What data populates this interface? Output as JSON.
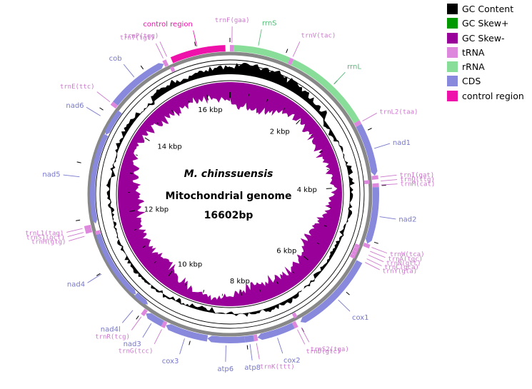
{
  "title": {
    "species": "M. chinssuensis",
    "subtitle": "Mitochondrial genome",
    "length_label": "16602bp"
  },
  "genome_length": 16602,
  "colors": {
    "gc_content": "#000000",
    "gc_skew_pos": "#009900",
    "gc_skew_neg": "#990099",
    "trna": "#dd88dd",
    "rrna": "#88dd99",
    "cds": "#8888dd",
    "control_region": "#ee11aa",
    "backbone": "#888888"
  },
  "legend": [
    {
      "label": "GC Content",
      "color": "#000000"
    },
    {
      "label": "GC Skew+",
      "color": "#009900"
    },
    {
      "label": "GC Skew-",
      "color": "#990099"
    },
    {
      "label": "tRNA",
      "color": "#dd88dd"
    },
    {
      "label": "rRNA",
      "color": "#88dd99"
    },
    {
      "label": "CDS",
      "color": "#8888dd"
    },
    {
      "label": "control region",
      "color": "#ee11aa"
    }
  ],
  "scale_ticks": [
    {
      "label": "2 kbp",
      "kb": 2
    },
    {
      "label": "4 kbp",
      "kb": 4
    },
    {
      "label": "6 kbp",
      "kb": 6
    },
    {
      "label": "8 kbp",
      "kb": 8
    },
    {
      "label": "10 kbp",
      "kb": 10
    },
    {
      "label": "12 kbp",
      "kb": 12
    },
    {
      "label": "14 kbp",
      "kb": 14
    },
    {
      "label": "16 kbp",
      "kb": 16
    }
  ],
  "features": [
    {
      "name": "trnF(gaa)",
      "type": "trna",
      "strand": 1,
      "start": 0,
      "end": 70
    },
    {
      "name": "rrnS",
      "type": "rrna",
      "strand": 1,
      "start": 70,
      "end": 1100
    },
    {
      "name": "trnV(tac)",
      "type": "trna",
      "strand": 1,
      "start": 1100,
      "end": 1170
    },
    {
      "name": "rrnL",
      "type": "rrna",
      "strand": 1,
      "start": 1170,
      "end": 2780
    },
    {
      "name": "trnL2(taa)",
      "type": "trna",
      "strand": 1,
      "start": 2780,
      "end": 2855
    },
    {
      "name": "nad1",
      "type": "cds",
      "strand": 1,
      "start": 2855,
      "end": 3815
    },
    {
      "name": "trnI(gat)",
      "type": "trna",
      "strand": 1,
      "start": 3815,
      "end": 3885
    },
    {
      "name": "trnQ(ttg)",
      "type": "trna",
      "strand": -1,
      "start": 3885,
      "end": 3955
    },
    {
      "name": "trnM(cat)",
      "type": "trna",
      "strand": 1,
      "start": 3955,
      "end": 4025
    },
    {
      "name": "nad2",
      "type": "cds",
      "strand": 1,
      "start": 4025,
      "end": 5065
    },
    {
      "name": "trnW(tca)",
      "type": "trna",
      "strand": 1,
      "start": 5065,
      "end": 5135
    },
    {
      "name": "trnA(tgc)",
      "type": "trna",
      "strand": -1,
      "start": 5140,
      "end": 5208
    },
    {
      "name": "trnN(gtt)",
      "type": "trna",
      "strand": -1,
      "start": 5210,
      "end": 5283
    },
    {
      "name": "trnC(gca)",
      "type": "trna",
      "strand": -1,
      "start": 5285,
      "end": 5350
    },
    {
      "name": "trnY(gta)",
      "type": "trna",
      "strand": -1,
      "start": 5352,
      "end": 5420
    },
    {
      "name": "cox1",
      "type": "cds",
      "strand": 1,
      "start": 5420,
      "end": 6970
    },
    {
      "name": "trnS2(tga)",
      "type": "trna",
      "strand": -1,
      "start": 6970,
      "end": 7040
    },
    {
      "name": "trnD(gtc)",
      "type": "trna",
      "strand": 1,
      "start": 7045,
      "end": 7115
    },
    {
      "name": "cox2",
      "type": "cds",
      "strand": 1,
      "start": 7115,
      "end": 7800
    },
    {
      "name": "trnK(ttt)",
      "type": "trna",
      "strand": 1,
      "start": 7800,
      "end": 7870
    },
    {
      "name": "atp8",
      "type": "cds",
      "strand": 1,
      "start": 7870,
      "end": 8030
    },
    {
      "name": "atp6",
      "type": "cds",
      "strand": 1,
      "start": 8030,
      "end": 8710
    },
    {
      "name": "cox3",
      "type": "cds",
      "strand": 1,
      "start": 8710,
      "end": 9500
    },
    {
      "name": "trnG(tcc)",
      "type": "trna",
      "strand": 1,
      "start": 9500,
      "end": 9570
    },
    {
      "name": "nad3",
      "type": "cds",
      "strand": 1,
      "start": 9570,
      "end": 9920
    },
    {
      "name": "trnR(tcg)",
      "type": "trna",
      "strand": 1,
      "start": 9920,
      "end": 9990
    },
    {
      "name": "nad4l",
      "type": "cds",
      "strand": -1,
      "start": 9990,
      "end": 10290
    },
    {
      "name": "nad4",
      "type": "cds",
      "strand": -1,
      "start": 10290,
      "end": 11670
    },
    {
      "name": "trnH(gtg)",
      "type": "trna",
      "strand": -1,
      "start": 11670,
      "end": 11740
    },
    {
      "name": "trnS1(gct)",
      "type": "trna",
      "strand": 1,
      "start": 11740,
      "end": 11810
    },
    {
      "name": "trnL1(tag)",
      "type": "trna",
      "strand": 1,
      "start": 11810,
      "end": 11880
    },
    {
      "name": "nad5",
      "type": "cds",
      "strand": -1,
      "start": 11880,
      "end": 13630
    },
    {
      "name": "nad6",
      "type": "cds",
      "strand": -1,
      "start": 13630,
      "end": 14150
    },
    {
      "name": "trnE(ttc)",
      "type": "trna",
      "strand": 1,
      "start": 14150,
      "end": 14220
    },
    {
      "name": "cob",
      "type": "cds",
      "strand": 1,
      "start": 14220,
      "end": 15360
    },
    {
      "name": "trnT(tgt)",
      "type": "trna",
      "strand": 1,
      "start": 15360,
      "end": 15430
    },
    {
      "name": "trnP(tgg)",
      "type": "trna",
      "strand": -1,
      "start": 15430,
      "end": 15500
    },
    {
      "name": "control region",
      "type": "control_region",
      "strand": 1,
      "start": 15520,
      "end": 16520
    }
  ],
  "callout_labels": [
    {
      "text": "trnF(gaa)",
      "pos": 35,
      "type": "trna"
    },
    {
      "text": "rrnS",
      "pos": 500,
      "type": "rrna"
    },
    {
      "text": "trnV(tac)",
      "pos": 1135,
      "type": "trna"
    },
    {
      "text": "rrnL",
      "pos": 2000,
      "type": "rrna"
    },
    {
      "text": "trnL2(taa)",
      "pos": 2818,
      "type": "trna"
    },
    {
      "text": "nad1",
      "pos": 3340,
      "type": "cds"
    },
    {
      "text": "trnI(gat)",
      "pos": 3850,
      "type": "trna"
    },
    {
      "text": "trnQ(ttg)",
      "pos": 3920,
      "type": "trna"
    },
    {
      "text": "trnM(cat)",
      "pos": 3990,
      "type": "trna"
    },
    {
      "text": "nad2",
      "pos": 4545,
      "type": "cds"
    },
    {
      "text": "trnW(tca)",
      "pos": 5100,
      "type": "trna"
    },
    {
      "text": "trnA(tgc)",
      "pos": 5174,
      "type": "trna"
    },
    {
      "text": "trnN(gtt)",
      "pos": 5246,
      "type": "trna"
    },
    {
      "text": "trnC(gca)",
      "pos": 5318,
      "type": "trna"
    },
    {
      "text": "trnY(gta)",
      "pos": 5386,
      "type": "trna"
    },
    {
      "text": "cox1",
      "pos": 6195,
      "type": "cds"
    },
    {
      "text": "trnS2(tga)",
      "pos": 7005,
      "type": "trna"
    },
    {
      "text": "trnD(gtc)",
      "pos": 7080,
      "type": "trna"
    },
    {
      "text": "cox2",
      "pos": 7457,
      "type": "cds"
    },
    {
      "text": "trnK(ttt)",
      "pos": 7835,
      "type": "trna"
    },
    {
      "text": "atp8",
      "pos": 7950,
      "type": "cds"
    },
    {
      "text": "atp6",
      "pos": 8370,
      "type": "cds"
    },
    {
      "text": "cox3",
      "pos": 9105,
      "type": "cds"
    },
    {
      "text": "trnG(tcc)",
      "pos": 9535,
      "type": "trna"
    },
    {
      "text": "nad3",
      "pos": 9745,
      "type": "cds"
    },
    {
      "text": "trnR(tcg)",
      "pos": 9955,
      "type": "trna"
    },
    {
      "text": "nad4l",
      "pos": 10140,
      "type": "cds"
    },
    {
      "text": "nad4",
      "pos": 10980,
      "type": "cds"
    },
    {
      "text": "trnH(gtg)",
      "pos": 11705,
      "type": "trna"
    },
    {
      "text": "trnS1(gct)",
      "pos": 11775,
      "type": "trna"
    },
    {
      "text": "trnL1(tag)",
      "pos": 11845,
      "type": "trna"
    },
    {
      "text": "nad5",
      "pos": 12755,
      "type": "cds"
    },
    {
      "text": "nad6",
      "pos": 13890,
      "type": "cds"
    },
    {
      "text": "trnE(ttc)",
      "pos": 14185,
      "type": "trna"
    },
    {
      "text": "cob",
      "pos": 14790,
      "type": "cds"
    },
    {
      "text": "trnT(tgt)",
      "pos": 15395,
      "type": "trna"
    },
    {
      "text": "trnP(tgg)",
      "pos": 15465,
      "type": "trna"
    },
    {
      "text": "control region",
      "pos": 16020,
      "type": "control_region"
    }
  ]
}
